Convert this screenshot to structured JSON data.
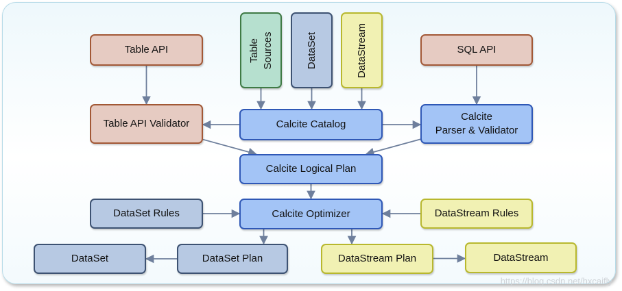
{
  "nodes": {
    "table_api": "Table API",
    "table_sources": "Table\nSources",
    "dataset_source": "DataSet",
    "datastream_source": "DataStream",
    "sql_api": "SQL API",
    "table_api_validator": "Table API Validator",
    "calcite_catalog": "Calcite Catalog",
    "calcite_parser_validator": "Calcite\nParser & Validator",
    "calcite_logical_plan": "Calcite Logical Plan",
    "dataset_rules": "DataSet Rules",
    "calcite_optimizer": "Calcite Optimizer",
    "datastream_rules": "DataStream Rules",
    "dataset_out": "DataSet",
    "dataset_plan": "DataSet Plan",
    "datastream_plan": "DataStream Plan",
    "datastream_out": "DataStream"
  },
  "edges": [
    [
      "table_api",
      "table_api_validator"
    ],
    [
      "sql_api",
      "calcite_parser_validator"
    ],
    [
      "table_sources",
      "calcite_catalog"
    ],
    [
      "dataset_source",
      "calcite_catalog"
    ],
    [
      "datastream_source",
      "calcite_catalog"
    ],
    [
      "calcite_catalog",
      "table_api_validator"
    ],
    [
      "calcite_catalog",
      "calcite_parser_validator"
    ],
    [
      "table_api_validator",
      "calcite_logical_plan"
    ],
    [
      "calcite_parser_validator",
      "calcite_logical_plan"
    ],
    [
      "calcite_logical_plan",
      "calcite_optimizer"
    ],
    [
      "dataset_rules",
      "calcite_optimizer"
    ],
    [
      "datastream_rules",
      "calcite_optimizer"
    ],
    [
      "calcite_optimizer",
      "dataset_plan"
    ],
    [
      "calcite_optimizer",
      "datastream_plan"
    ],
    [
      "dataset_plan",
      "dataset_out"
    ],
    [
      "datastream_plan",
      "datastream_out"
    ]
  ],
  "colors": {
    "api": "#e6cbc2",
    "calcite": "#a3c4f6",
    "dataset": "#b7c9e3",
    "datastream": "#f1f1b3",
    "table_sources": "#b6e0cf",
    "arrow": "#6e7f9c"
  },
  "watermark": "https://blog.csdn.net/hxcaifly"
}
